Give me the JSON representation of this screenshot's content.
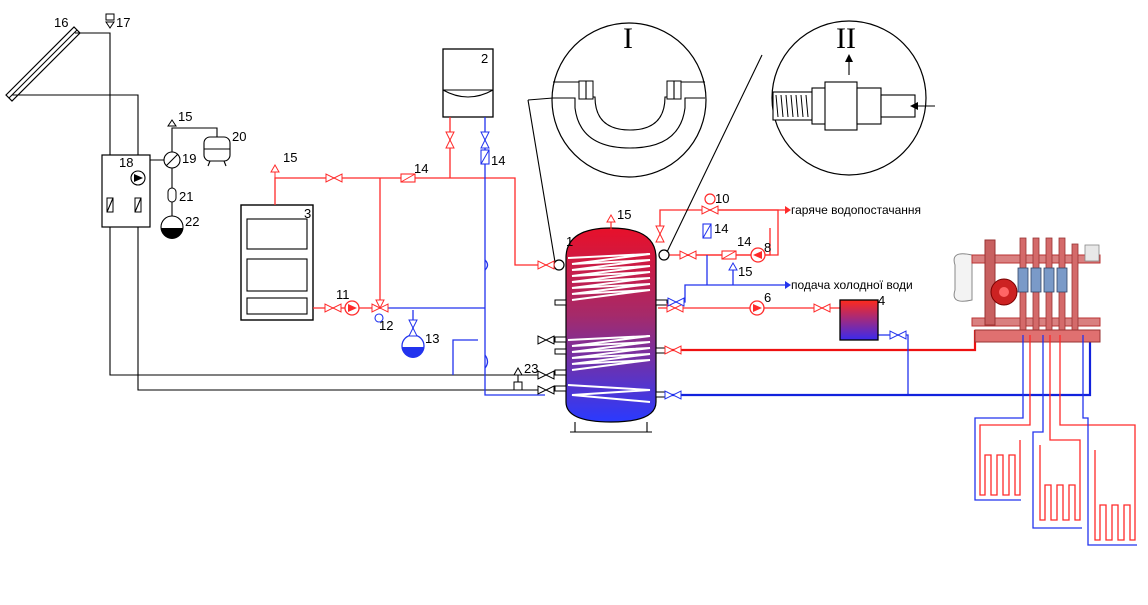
{
  "labels": {
    "n1": "1",
    "n2": "2",
    "n3": "3",
    "n4": "4",
    "n6": "6",
    "n8": "8",
    "n10": "10",
    "n11": "11",
    "n12": "12",
    "n13": "13",
    "n14a": "14",
    "n14b": "14",
    "n14c": "14",
    "n14d": "14",
    "n15a": "15",
    "n15b": "15",
    "n15c": "15",
    "n15d": "15",
    "n16": "16",
    "n17": "17",
    "n18": "18",
    "n19": "19",
    "n20": "20",
    "n21": "21",
    "n22": "22",
    "n23": "23",
    "detail_one": "I",
    "detail_two": "II"
  },
  "captions": {
    "hot_water": "гаряче водопостачання",
    "cold_water": "подача холодної води"
  },
  "colors": {
    "hot": "#ff2a2a",
    "cold": "#2233ee",
    "outline": "#000000"
  }
}
